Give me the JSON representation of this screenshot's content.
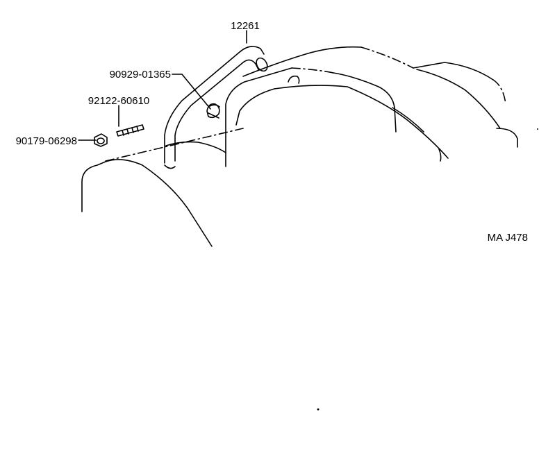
{
  "parts": [
    {
      "number": "12261"
    },
    {
      "number": "90929-01365"
    },
    {
      "number": "92122-60610"
    },
    {
      "number": "90179-06298"
    }
  ],
  "figure_code": "MA J478"
}
